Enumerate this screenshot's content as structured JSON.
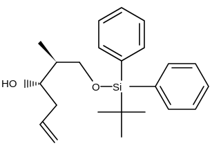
{
  "structure": {
    "atoms": {
      "hydroxyl_label": "HO",
      "ether_oxygen_label": "O",
      "silicon_label": "Si"
    },
    "stereo": {
      "hydroxyl_carbon": "hashed-wedge",
      "methyl_carbon": "solid-wedge"
    },
    "groups": [
      "tert-butyl",
      "phenyl",
      "phenyl",
      "methyl",
      "allyl"
    ]
  }
}
